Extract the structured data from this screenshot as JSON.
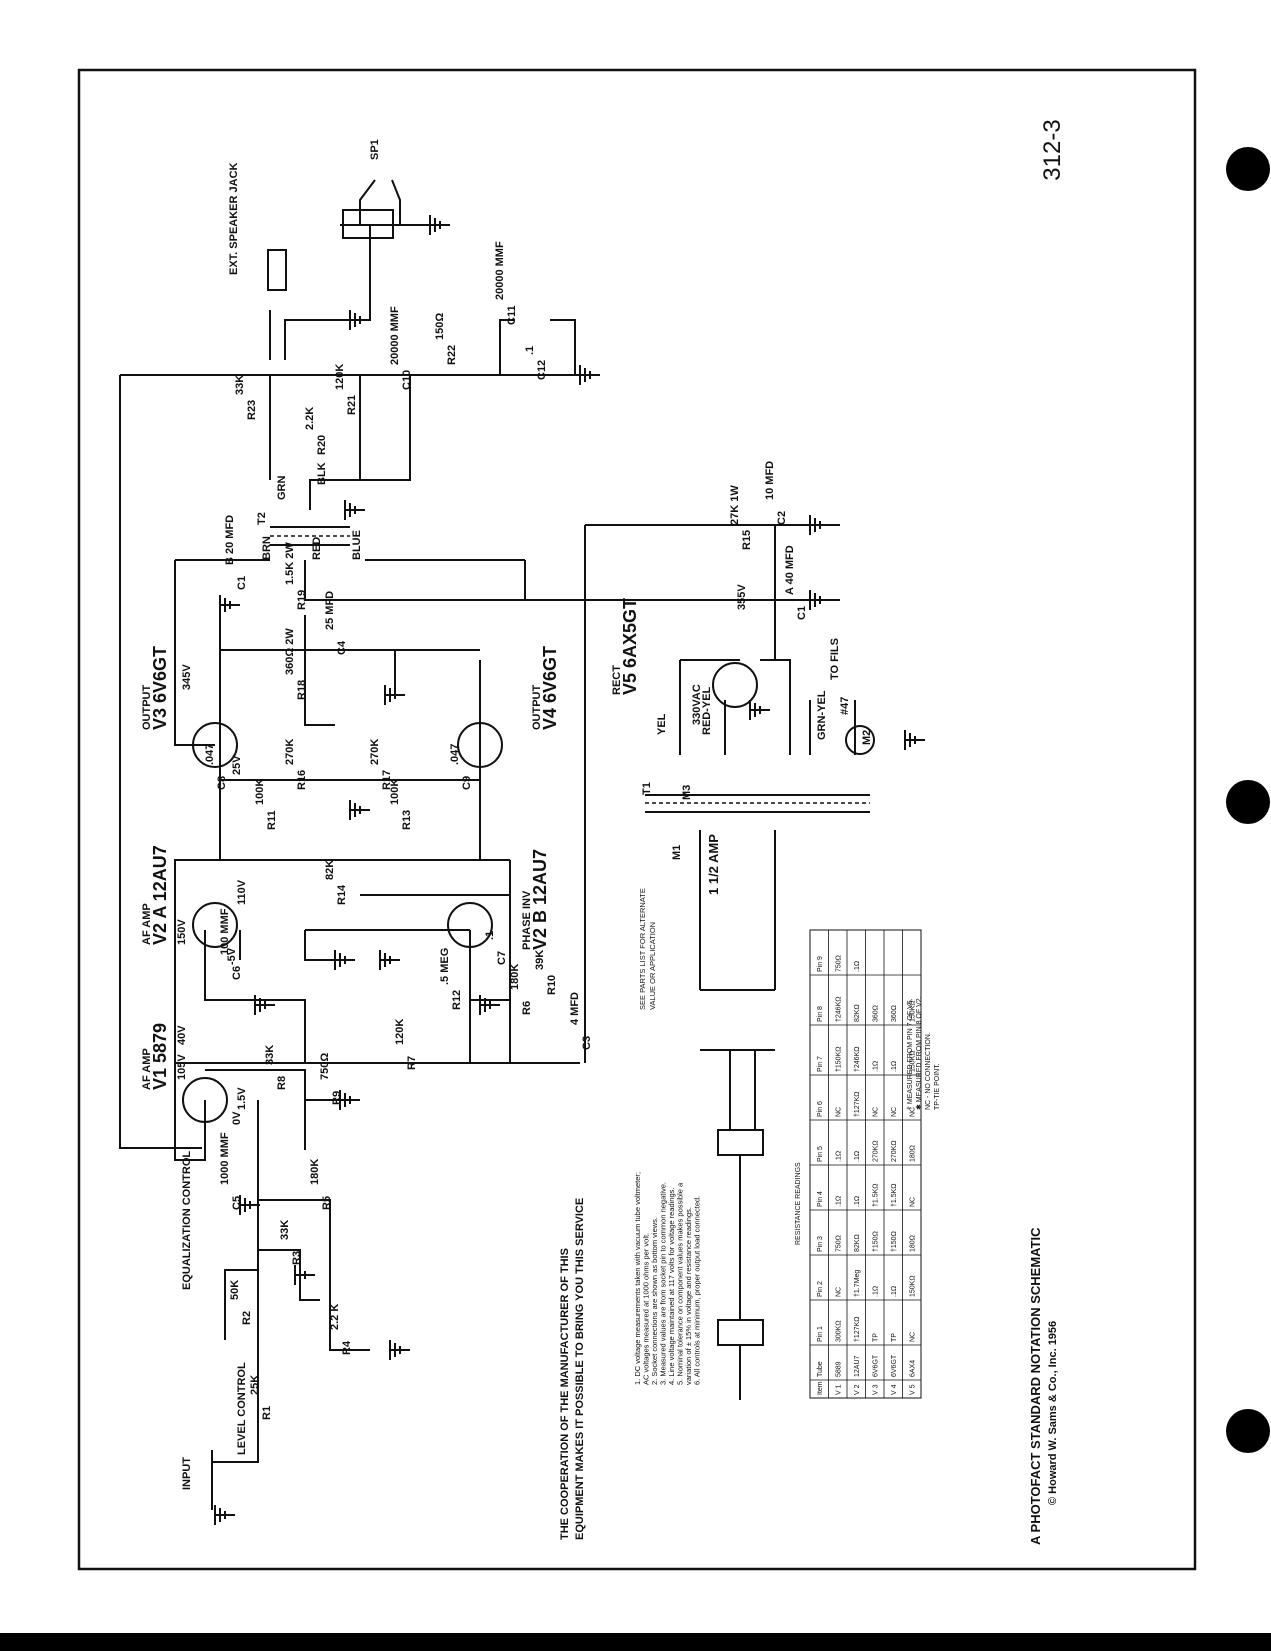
{
  "page_number": "312-3",
  "footer": {
    "title": "A PHOTOFACT STANDARD NOTATION SCHEMATIC",
    "copyright": "© Howard W. Sams & Co., Inc. 1956"
  },
  "cooperation_note": {
    "line1": "THE COOPERATION OF THE MANUFACTURER OF THIS",
    "line2": "EQUIPMENT MAKES IT POSSIBLE TO BRING YOU THIS SERVICE"
  },
  "alternate_note": {
    "line1": "SEE PARTS LIST FOR ALTERNATE",
    "line2": "VALUE OR APPLICATION"
  },
  "notes": [
    "1. DC voltage measurements taken with vacuum tube voltmeter;",
    "AC voltages measured at 1000 ohms per volt.",
    "2. Socket connections are shown as bottom views.",
    "3. Measured values are from socket pin to common negative.",
    "4. Line voltage maintained at 117 volts for voltage readings.",
    "5. Nominal tolerance on component values makes possible a",
    "variation of ± 15% in voltage and resistance readings.",
    "6. All controls at minimum, proper output load connected."
  ],
  "tubes": [
    {
      "id": "V1",
      "function": "AF AMP",
      "type": "5879"
    },
    {
      "id": "V2",
      "function": "AF AMP",
      "type": "A 12AU7"
    },
    {
      "id": "V2",
      "function": "PHASE INV",
      "type": "B 12AU7"
    },
    {
      "id": "V3",
      "function": "OUTPUT",
      "type": "6V6GT"
    },
    {
      "id": "V4",
      "function": "OUTPUT",
      "type": "6V6GT"
    },
    {
      "id": "V5",
      "function": "RECT",
      "type": "6AX5GT"
    }
  ],
  "labels": {
    "input": "INPUT",
    "level_control": "LEVEL CONTROL",
    "equalization_control": "EQUALIZATION CONTROL",
    "ext_speaker_jack": "EXT. SPEAKER JACK",
    "to_fils": "TO FILS",
    "fuse": "1 1/2 AMP",
    "spkr": "SP1",
    "pilot": "#47"
  },
  "components": [
    {
      "ref": "R1",
      "value": "25K"
    },
    {
      "ref": "R2",
      "value": "50K"
    },
    {
      "ref": "R3",
      "value": "33K"
    },
    {
      "ref": "R4",
      "value": "2.2 K"
    },
    {
      "ref": "R5",
      "value": "180K"
    },
    {
      "ref": "R6",
      "value": "180K"
    },
    {
      "ref": "R7",
      "value": "120K"
    },
    {
      "ref": "R8",
      "value": "33K"
    },
    {
      "ref": "R9",
      "value": "750Ω"
    },
    {
      "ref": "R10",
      "value": "39K"
    },
    {
      "ref": "R11",
      "value": "100K"
    },
    {
      "ref": "R12",
      "value": ".5 MEG"
    },
    {
      "ref": "R13",
      "value": "100K"
    },
    {
      "ref": "R14",
      "value": "82K"
    },
    {
      "ref": "R15",
      "value": "27K 1W"
    },
    {
      "ref": "R16",
      "value": "270K"
    },
    {
      "ref": "R17",
      "value": "270K"
    },
    {
      "ref": "R18",
      "value": "360Ω 2W"
    },
    {
      "ref": "R19",
      "value": "1.5K 2W"
    },
    {
      "ref": "R20",
      "value": "2.2K"
    },
    {
      "ref": "R21",
      "value": "120K"
    },
    {
      "ref": "R22",
      "value": "150Ω"
    },
    {
      "ref": "R23",
      "value": "33K"
    },
    {
      "ref": "C1",
      "value": "A 40 MFD"
    },
    {
      "ref": "C1",
      "value": "B 20 MFD"
    },
    {
      "ref": "C2",
      "value": "10 MFD"
    },
    {
      "ref": "C3",
      "value": "4 MFD"
    },
    {
      "ref": "C4",
      "value": "25 MFD"
    },
    {
      "ref": "C5",
      "value": "1000 MMF"
    },
    {
      "ref": "C6",
      "value": "100 MMF"
    },
    {
      "ref": "C7",
      "value": ".1"
    },
    {
      "ref": "C8",
      "value": ".047"
    },
    {
      "ref": "C9",
      "value": ".047"
    },
    {
      "ref": "C10",
      "value": "20000 MMF"
    },
    {
      "ref": "C11",
      "value": "20000 MMF"
    },
    {
      "ref": "C12",
      "value": ".1"
    },
    {
      "ref": "T1",
      "value": ""
    },
    {
      "ref": "T2",
      "value": ""
    },
    {
      "ref": "M1",
      "value": ""
    },
    {
      "ref": "M2",
      "value": ""
    },
    {
      "ref": "M3",
      "value": ""
    }
  ],
  "voltages": [
    "105V",
    "40V",
    "1.5V",
    "0V",
    "150V",
    "110V",
    "-5V",
    "345V",
    "25V",
    "355V",
    "330VAC"
  ],
  "wire_colors": [
    "GRN",
    "BLK",
    "BRN",
    "RED",
    "BLUE",
    "YEL",
    "RED-YEL",
    "GRN-YEL"
  ],
  "resistance_table": {
    "title": "RESISTANCE READINGS",
    "headers": [
      "Item",
      "Tube",
      "Pin 1",
      "Pin 2",
      "Pin 3",
      "Pin 4",
      "Pin 5",
      "Pin 6",
      "Pin 7",
      "Pin 8",
      "Pin 9"
    ],
    "rows": [
      [
        "V 1",
        "5889",
        "300KΩ",
        "NC",
        "750Ω",
        ".1Ω",
        ".1Ω",
        "NC",
        "†150KΩ",
        "†246KΩ",
        "750Ω"
      ],
      [
        "V 2",
        "12AU7",
        "†127KΩ",
        "†1.7Meg",
        "82KΩ",
        ".1Ω",
        ".1Ω",
        "†127KΩ",
        "†246KΩ",
        "82KΩ",
        ".1Ω"
      ],
      [
        "V 3",
        "6V6GT",
        "TP",
        ".1Ω",
        "†150Ω",
        "†1.5KΩ",
        "270KΩ",
        "NC",
        ".1Ω",
        "360Ω",
        ""
      ],
      [
        "V 4",
        "6V6GT",
        "TP",
        ".1Ω",
        "†150Ω",
        "†1.5KΩ",
        "270KΩ",
        "NC",
        ".1Ω",
        "360Ω",
        ""
      ],
      [
        "V 5",
        "6AX4",
        "NC",
        "150KΩ",
        "180Ω",
        "NC",
        "180Ω",
        "NC",
        "150KΩ",
        "150KΩ",
        ""
      ]
    ],
    "footnotes": [
      "† MEASURED FROM PIN 7 OF V5.",
      "✱ MEASURED FROM PIN 8 OF V2.",
      "NC - NO CONNECTION.",
      "TP-TIE POINT."
    ]
  }
}
